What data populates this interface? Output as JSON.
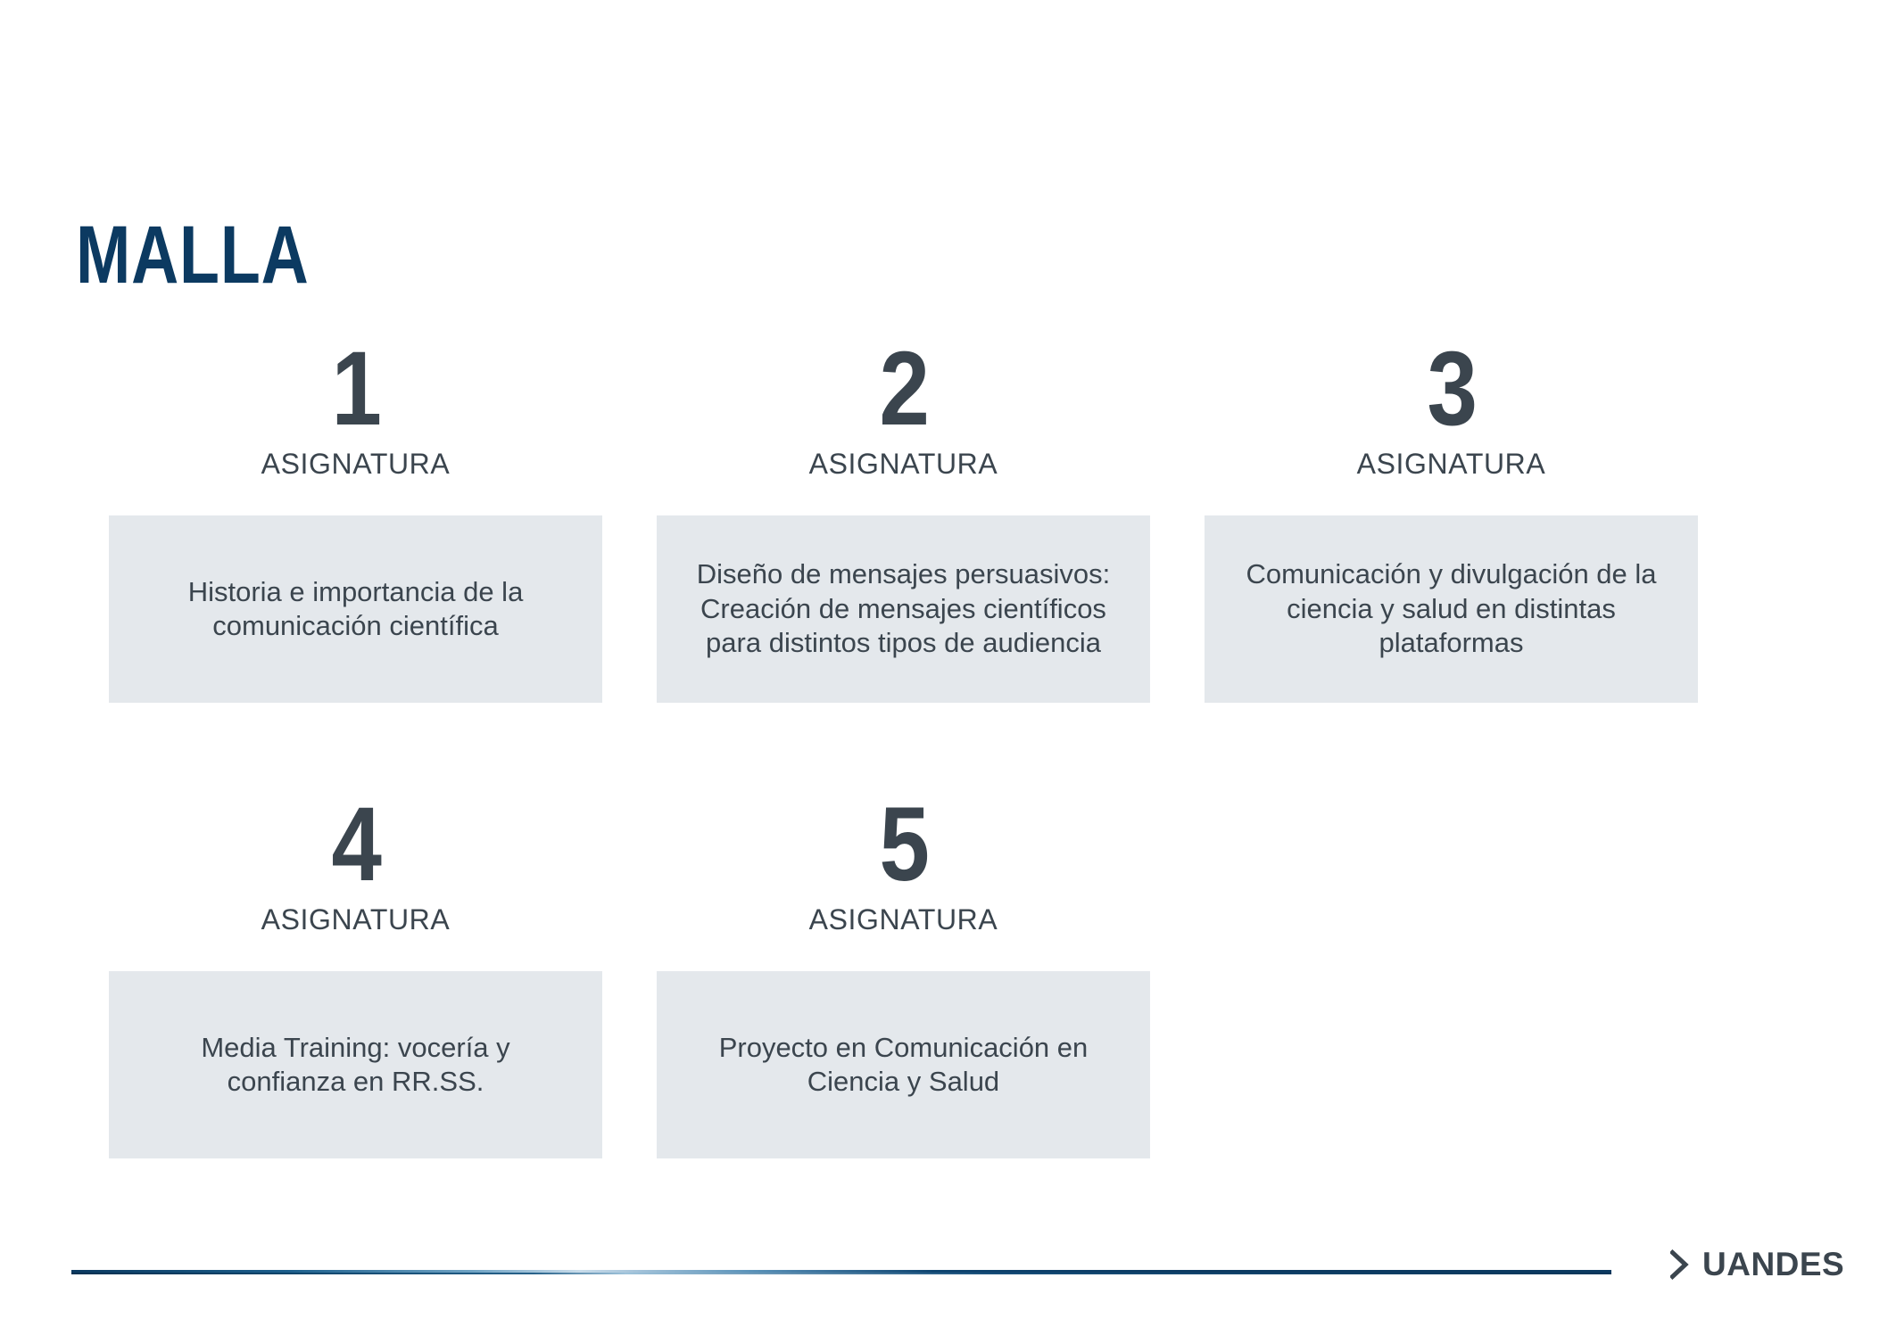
{
  "slide": {
    "title": "MALLA",
    "background_color": "#FFFFFF",
    "title_color": "#0C3A61",
    "number_color": "#3B454E",
    "card_background_color": "#E4E8EC",
    "card_text_color": "#3B454E"
  },
  "courses": [
    {
      "number": "1",
      "label": "ASIGNATURA",
      "title": "Historia e importancia de la\ncomunicación científica"
    },
    {
      "number": "2",
      "label": "ASIGNATURA",
      "title": "Diseño de mensajes persuasivos:\nCreación de mensajes científicos\npara distintos tipos de audiencia"
    },
    {
      "number": "3",
      "label": "ASIGNATURA",
      "title": "Comunicación y divulgación de la\nciencia y salud en distintas\nplataformas"
    },
    {
      "number": "4",
      "label": "ASIGNATURA",
      "title": "Media Training: vocería y\nconfianza en RR.SS."
    },
    {
      "number": "5",
      "label": "ASIGNATURA",
      "title": "Proyecto en Comunicación en\nCiencia y Salud"
    }
  ],
  "footer": {
    "brand": "UANDES",
    "chevron_icon": "chevron-right-icon",
    "rule_color_dark": "#0C3A61",
    "rule_color_light": "#C9DCEA"
  }
}
